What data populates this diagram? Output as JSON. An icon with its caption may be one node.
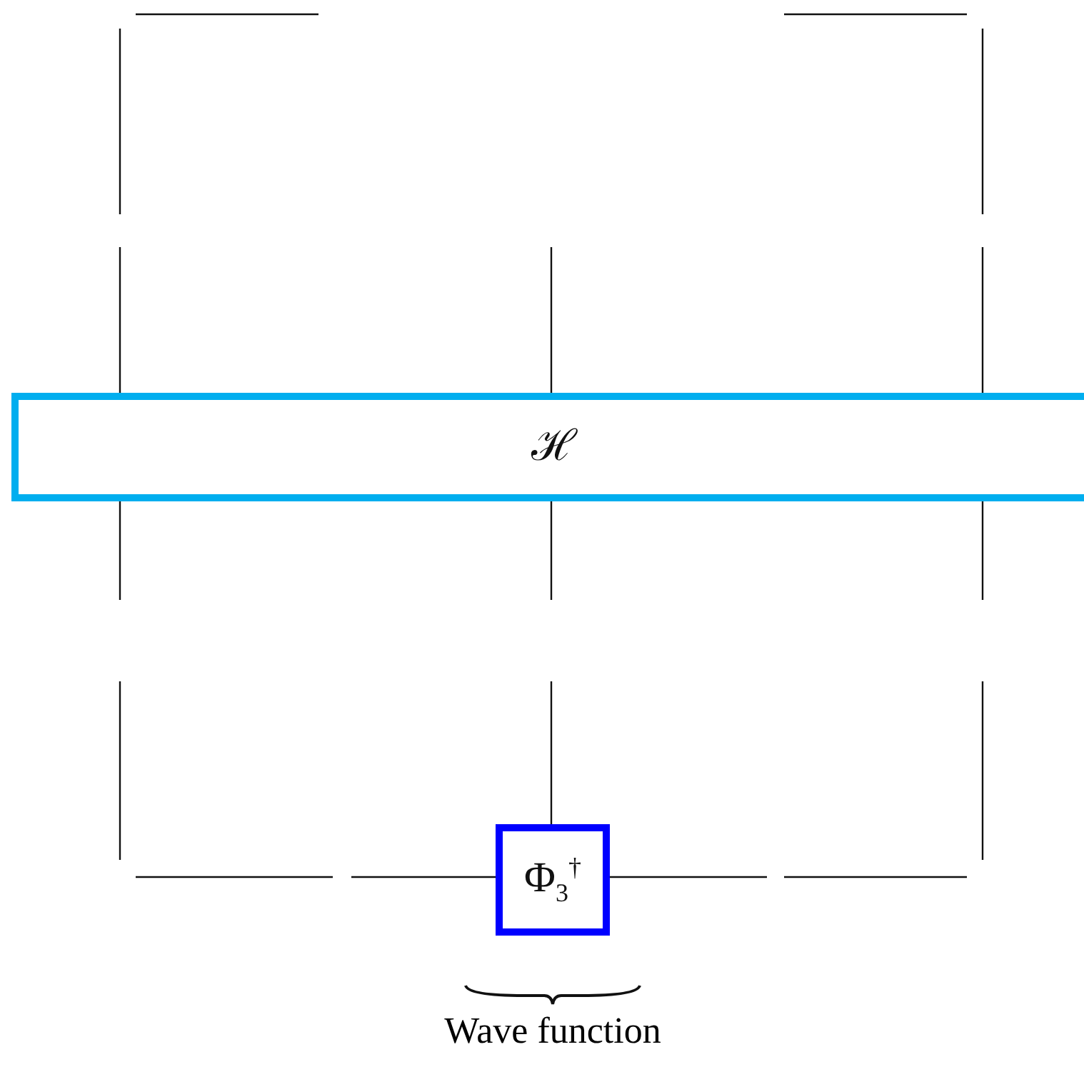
{
  "diagram": {
    "nodes": [
      {
        "text": [
          "ℋ"
        ]
      },
      {
        "text": [
          "Φ$_{3}$$^{†}$"
        ],
        "beside": [
          "Wave function"
        ]
      }
    ],
    "edges": [
      {
        "from": 0,
        "to": null,
        "arrow": "none"
      },
      {
        "from": 0,
        "to": null,
        "arrow": "none"
      },
      {
        "from": 0,
        "to": null,
        "arrow": "none"
      },
      {
        "from": 0,
        "to": null,
        "arrow": "none"
      },
      {
        "from": 0,
        "to": null,
        "arrow": "none"
      },
      {
        "from": 0,
        "to": null,
        "arrow": "none"
      },
      {
        "from": 1,
        "to": null,
        "arrow": "none"
      },
      {
        "from": 1,
        "to": null,
        "arrow": "none"
      },
      {
        "from": 1,
        "to": null,
        "arrow": "none"
      }
    ]
  }
}
